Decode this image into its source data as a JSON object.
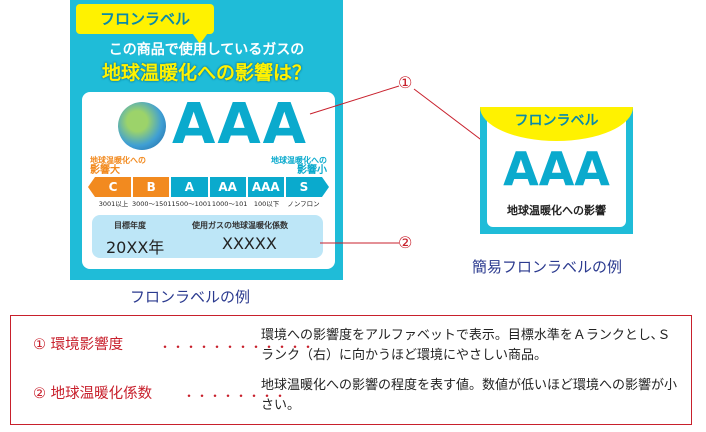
{
  "main_label": {
    "bubble": "フロンラベル",
    "question_line1": "この商品で使用しているガスの",
    "question_line2": "地球温暖化への影響は？",
    "rank": "AAA",
    "side_left": [
      "地球温暖化への",
      "影響大"
    ],
    "side_right": [
      "地球温暖化への",
      "影響小"
    ],
    "scale": [
      {
        "label": "C",
        "range": "3001以上",
        "color": "#f28a1f"
      },
      {
        "label": "B",
        "range": "3000～1501",
        "color": "#f28a1f"
      },
      {
        "label": "A",
        "range": "1500～1001",
        "color": "#0aaacd"
      },
      {
        "label": "AA",
        "range": "1000～101",
        "color": "#0aaacd"
      },
      {
        "label": "AAA",
        "range": "100以下",
        "color": "#0aaacd"
      },
      {
        "label": "S",
        "range": "ノンフロン",
        "color": "#0aaacd"
      }
    ],
    "target_year_label": "目標年度",
    "target_year_value": "20XX年",
    "gwp_label": "使用ガスの地球温暖化係数",
    "gwp_value": "XXXXX",
    "caption": "フロンラベルの例"
  },
  "callouts": {
    "one": "①",
    "two": "②"
  },
  "simple_label": {
    "title": "フロンラベル",
    "rank": "AAA",
    "subtitle": "地球温暖化への影響",
    "caption": "簡易フロンラベルの例"
  },
  "legend": [
    {
      "term": "① 環境影響度",
      "dots": "・・・・・・・・・・・・",
      "desc": "環境への影響度をアルファベットで表示。目標水準をＡランクとし､Ｓランク（右）に向かうほど環境にやさしい商品。"
    },
    {
      "term": "② 地球温暖化係数",
      "dots": "・・・・・・・・",
      "desc": "地球温暖化への影響の程度を表す値。数値が低いほど環境への影響が小さい。"
    }
  ],
  "colors": {
    "cyan": "#1fbcd8",
    "yellow": "#fff200",
    "red": "#c8202c",
    "navy": "#2b3a8f"
  }
}
